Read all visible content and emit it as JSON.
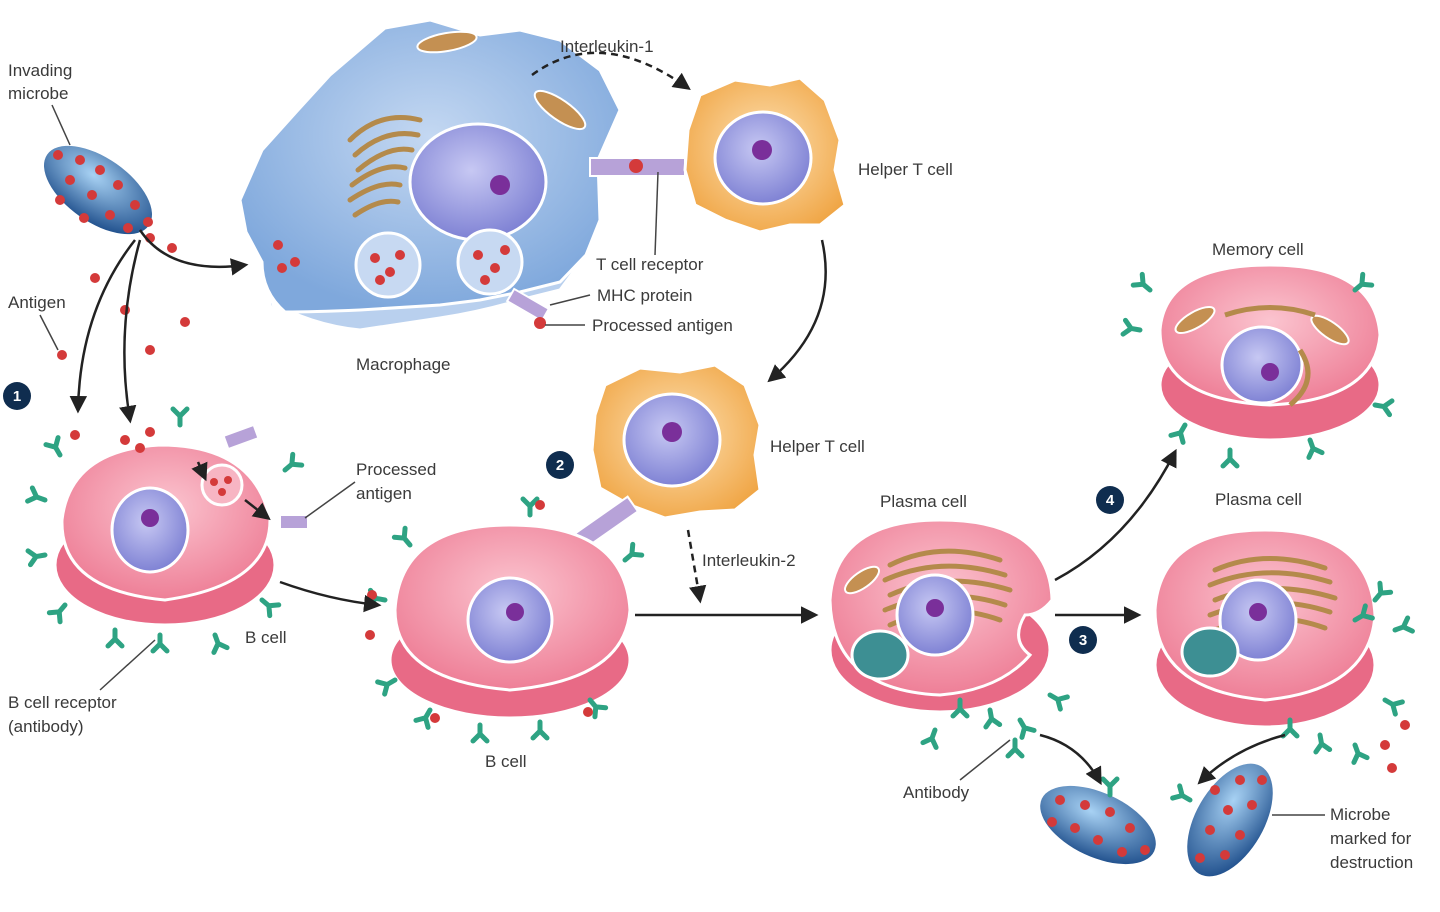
{
  "labels": {
    "invading_microbe_1": "Invading",
    "invading_microbe_2": "microbe",
    "antigen": "Antigen",
    "interleukin1": "Interleukin-1",
    "helper_t_cell_top": "Helper T cell",
    "t_cell_receptor": "T cell receptor",
    "mhc_protein": "MHC protein",
    "processed_antigen_macrophage": "Processed antigen",
    "macrophage": "Macrophage",
    "processed_antigen_b_1": "Processed",
    "processed_antigen_b_2": "antigen",
    "helper_t_cell_mid": "Helper T cell",
    "b_cell_first": "B cell",
    "b_cell_receptor_1": "B cell receptor",
    "b_cell_receptor_2": "(antibody)",
    "interleukin2": "Interleukin-2",
    "b_cell_second": "B cell",
    "plasma_cell_1": "Plasma cell",
    "plasma_cell_2": "Plasma cell",
    "memory_cell": "Memory cell",
    "antibody": "Antibody",
    "microbe_marked_1": "Microbe",
    "microbe_marked_2": "marked for",
    "microbe_marked_3": "destruction"
  },
  "steps": {
    "s1": "1",
    "s2": "2",
    "s3": "3",
    "s4": "4"
  },
  "colors": {
    "macrophage": "#a9c6ea",
    "t_cell": "#f2b25c",
    "b_cell": "#f07c94",
    "nucleus": "#9d9fe0",
    "nucleolus": "#7a2f9a",
    "antigen": "#d43a3a",
    "antibody": "#2ea383",
    "microbe": "#2f6fb0"
  }
}
